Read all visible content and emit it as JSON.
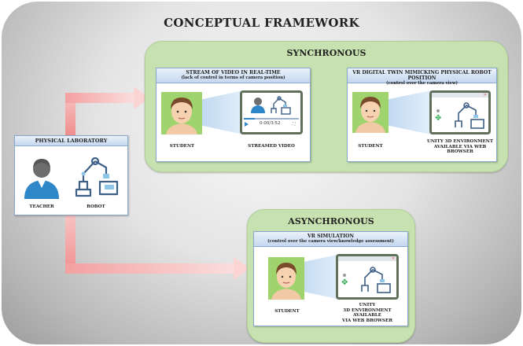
{
  "title": "CONCEPTUAL FRAMEWORK",
  "physical_lab": {
    "title": "PHYSICAL LABORATORY",
    "teacher_label": "TEACHER",
    "robot_label": "ROBOT"
  },
  "synchronous": {
    "title": "SYNCHRONOUS",
    "stream_card": {
      "title": "STREAM OF VIDEO IN REAL-TIME",
      "subtitle": "(lack of control in terms of camera position)",
      "student_label": "STUDENT",
      "video_label": "STREAMED VIDEO",
      "video_time": "0:00/3:52"
    },
    "vr_card": {
      "title": "VR DIGITAL TWIN MIMICKING PHYSICAL ROBOT POSITION",
      "subtitle": "(control over the camera view)",
      "student_label": "STUDENT",
      "env_label_1": "UNITY 3D ENVIRONMENT",
      "env_label_2": "AVAILABLE VIA WEB",
      "env_label_3": "BROWSER"
    }
  },
  "asynchronous": {
    "title": "ASYNCHRONOUS",
    "sim_card": {
      "title": "VR SIMULATION",
      "subtitle": "(control over the camera view/knowledge assessment)",
      "student_label": "STUDENT",
      "env_label_1": "UNITY",
      "env_label_2": "3D ENVIRONMENT AVAILABLE",
      "env_label_3": "VIA WEB BROWSER"
    }
  },
  "colors": {
    "group_fill": "#c7e2b0",
    "card_header": "#c5d7ef",
    "arrow": "#f29a9a",
    "teacher_blue": "#2f86c9",
    "frame": "#61705a"
  }
}
